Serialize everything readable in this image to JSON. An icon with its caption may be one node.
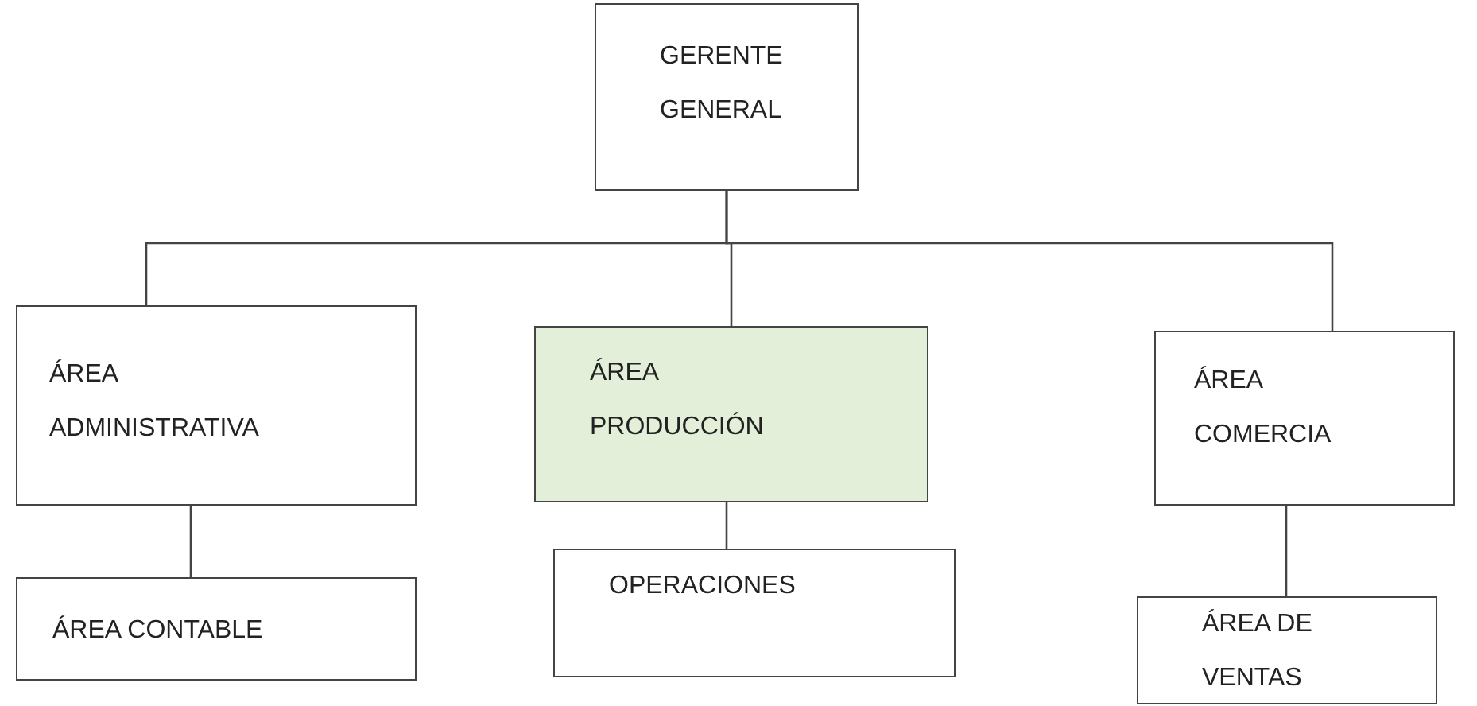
{
  "diagram": {
    "nodes": [
      {
        "text": [
          "GERENTE GENERAL"
        ]
      },
      {
        "text": [
          "ÁREA ADMINISTRATIVA"
        ]
      },
      {
        "text": [
          "ÁREA PRODUCCIÓN"
        ]
      },
      {
        "text": [
          "ÁREA COMERCIA"
        ]
      },
      {
        "text": [
          "ÁREA CONTABLE"
        ]
      },
      {
        "text": [
          "OPERACIONES"
        ]
      },
      {
        "text": [
          "ÁREA DE VENTAS"
        ]
      }
    ],
    "edges": [
      {
        "from": 0,
        "to": 1,
        "arrow": "none"
      },
      {
        "from": 0,
        "to": 2,
        "arrow": "none"
      },
      {
        "from": 0,
        "to": 3,
        "arrow": "none"
      },
      {
        "from": 1,
        "to": 4,
        "arrow": "none"
      },
      {
        "from": 2,
        "to": 5,
        "arrow": "none"
      },
      {
        "from": 3,
        "to": 6,
        "arrow": "none"
      }
    ]
  }
}
